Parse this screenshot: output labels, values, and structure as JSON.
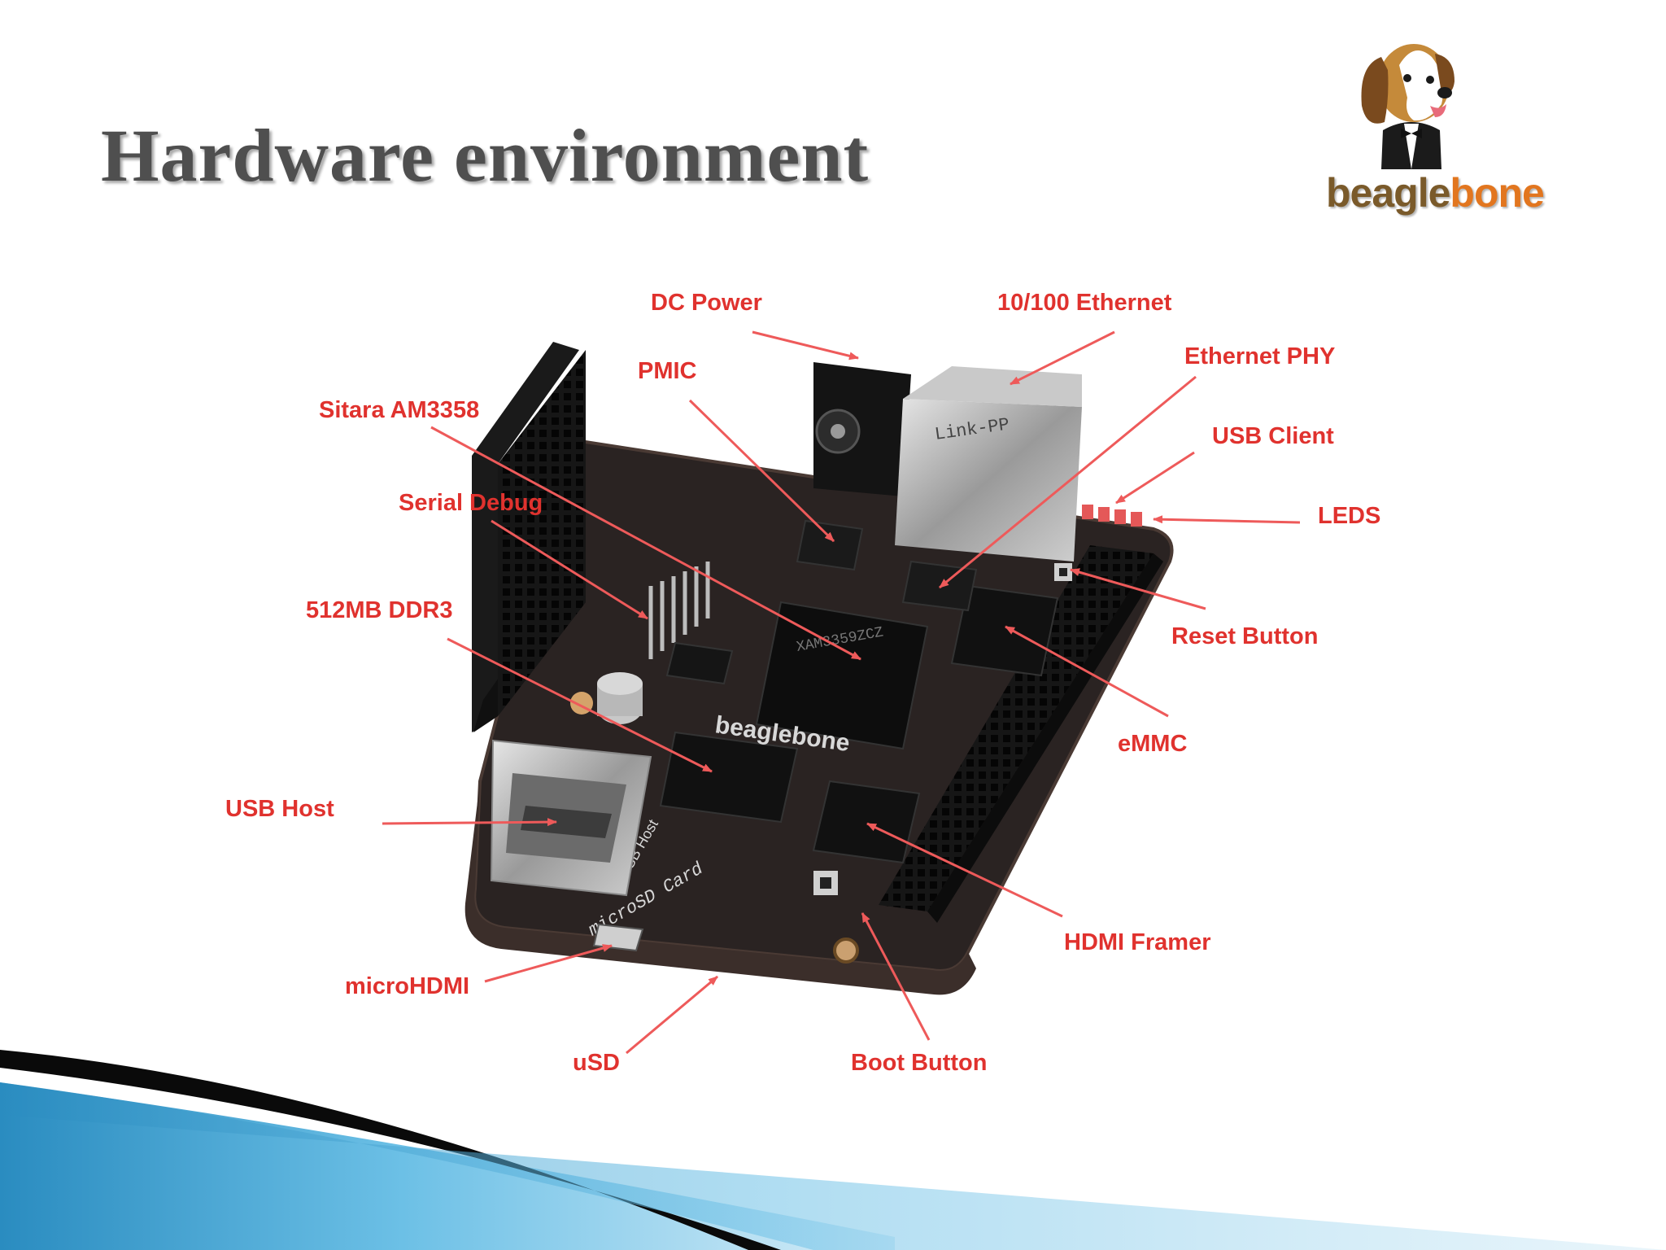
{
  "slide": {
    "title": "Hardware environment",
    "logo_text_part1": "beagle",
    "logo_text_part2": "bone",
    "logo_icon": "beagle-dog-icon"
  },
  "colors": {
    "title": "#4f4f4f",
    "label": "#e0322e",
    "arrow": "#ee5a5a",
    "logo_part1": "#7a5a2a",
    "logo_part2": "#e2761f",
    "swoosh_dark": "#0a0a0a",
    "swoosh_blue": "#3a9ecf"
  },
  "labels": [
    {
      "id": "dc-power",
      "text": "DC Power"
    },
    {
      "id": "ethernet",
      "text": "10/100 Ethernet"
    },
    {
      "id": "pmic",
      "text": "PMIC"
    },
    {
      "id": "ethernet-phy",
      "text": "Ethernet PHY"
    },
    {
      "id": "sitara",
      "text": "Sitara AM3358"
    },
    {
      "id": "usb-client",
      "text": "USB Client"
    },
    {
      "id": "serial-debug",
      "text": "Serial Debug"
    },
    {
      "id": "leds",
      "text": "LEDS"
    },
    {
      "id": "ddr3",
      "text": "512MB DDR3"
    },
    {
      "id": "reset-button",
      "text": "Reset Button"
    },
    {
      "id": "emmc",
      "text": "eMMC"
    },
    {
      "id": "usb-host",
      "text": "USB Host"
    },
    {
      "id": "hdmi-framer",
      "text": "HDMI Framer"
    },
    {
      "id": "microhdmi",
      "text": "microHDMI"
    },
    {
      "id": "usd",
      "text": "uSD"
    },
    {
      "id": "boot-button",
      "text": "Boot Button"
    }
  ],
  "board": {
    "chip_sitara_text": "XAM3359ZCZ",
    "silk_brand": "beaglebone",
    "rj45_text": "Link-PP",
    "usb_host_text": "USB Host",
    "microsd_text": "microSD Card"
  }
}
